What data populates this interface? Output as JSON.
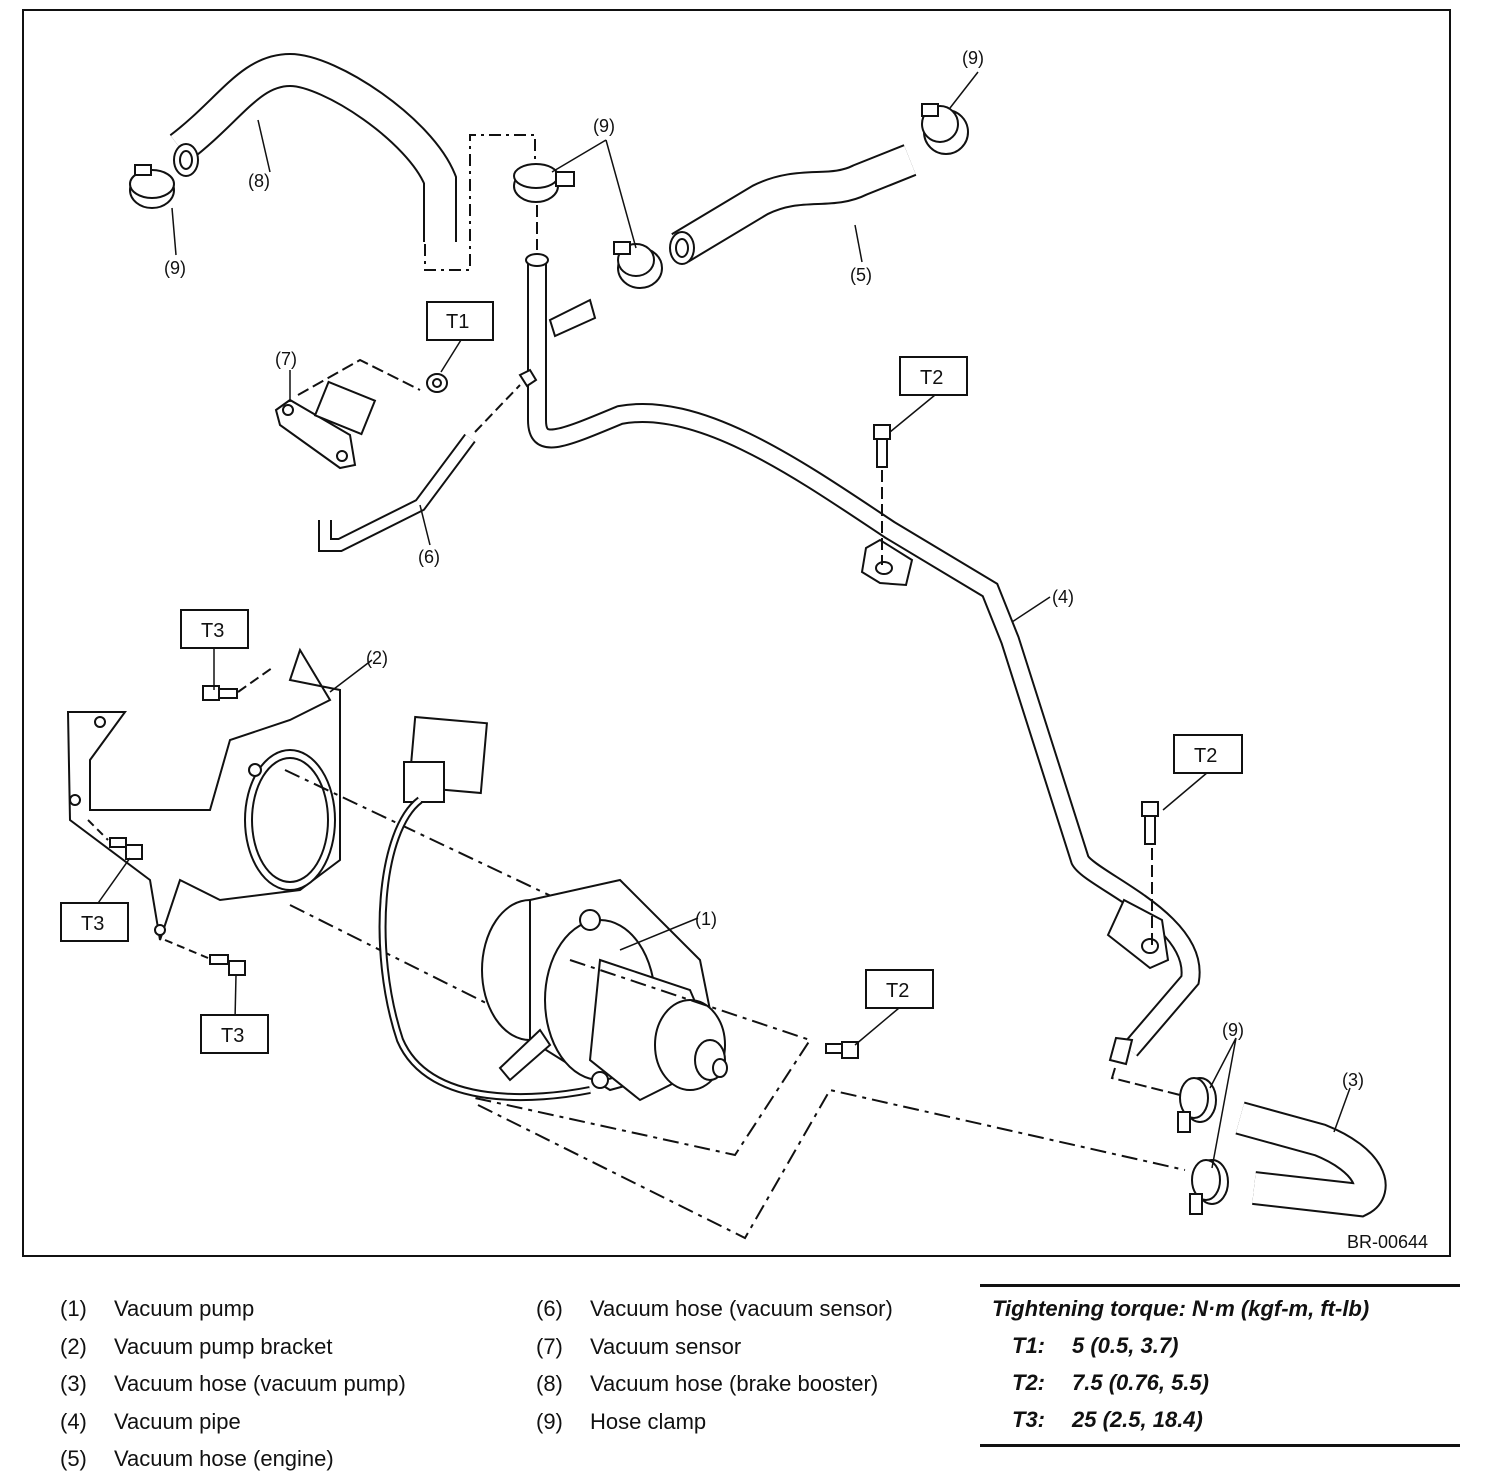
{
  "diagram": {
    "code": "BR-00644",
    "callouts": {
      "c1": "(1)",
      "c2": "(2)",
      "c3": "(3)",
      "c4": "(4)",
      "c5": "(5)",
      "c6": "(6)",
      "c7": "(7)",
      "c8": "(8)",
      "c9a": "(9)",
      "c9b": "(9)",
      "c9c": "(9)",
      "c9d": "(9)"
    },
    "torque_boxes": {
      "t1": "T1",
      "t2a": "T2",
      "t2b": "T2",
      "t2c": "T2",
      "t3a": "T3",
      "t3b": "T3",
      "t3c": "T3"
    }
  },
  "legend": [
    {
      "num": "(1)",
      "text": "Vacuum pump"
    },
    {
      "num": "(2)",
      "text": "Vacuum pump bracket"
    },
    {
      "num": "(3)",
      "text": "Vacuum hose (vacuum pump)"
    },
    {
      "num": "(4)",
      "text": "Vacuum pipe"
    },
    {
      "num": "(5)",
      "text": "Vacuum hose (engine)"
    },
    {
      "num": "(6)",
      "text": "Vacuum hose (vacuum sensor)"
    },
    {
      "num": "(7)",
      "text": "Vacuum sensor"
    },
    {
      "num": "(8)",
      "text": "Vacuum hose (brake booster)"
    },
    {
      "num": "(9)",
      "text": "Hose clamp"
    }
  ],
  "torque": {
    "title": "Tightening torque: N·m (kgf-m, ft-lb)",
    "rows": [
      {
        "key": "T1:",
        "value": "5 (0.5, 3.7)"
      },
      {
        "key": "T2:",
        "value": "7.5 (0.76, 5.5)"
      },
      {
        "key": "T3:",
        "value": "25 (2.5, 18.4)"
      }
    ]
  }
}
